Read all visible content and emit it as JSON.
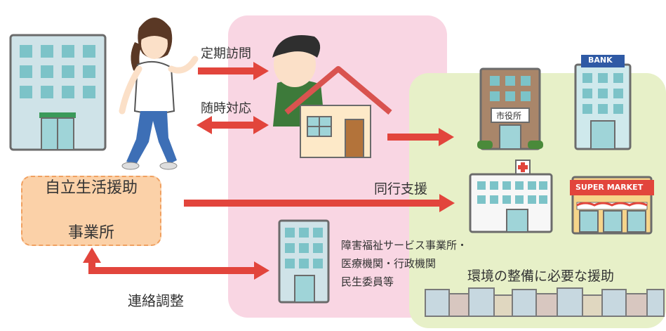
{
  "labels": {
    "periodic_visit": "定期訪問",
    "on_demand": "随時対応",
    "accompany_support": "同行支援",
    "coordination": "連絡調整",
    "office_line1": "自立生活援助",
    "office_line2": "事業所",
    "services_line1": "障害福祉サービス事業所・",
    "services_line2": "医療機関・行政機関",
    "services_line3": "民生委員等",
    "environment": "環境の整備に必要な援助"
  },
  "signs": {
    "bank": "BANK",
    "city_hall": "市役所",
    "supermarket": "SUPER MARKET"
  },
  "colors": {
    "arrow_red": "#e2453c",
    "pink_zone": "#f9d6e3",
    "green_zone": "#e7f0c8",
    "office_box": "#fbd1a8",
    "office_border": "#f0a060",
    "building_blue": "#cfe9ec",
    "window": "#7cc3c8"
  }
}
